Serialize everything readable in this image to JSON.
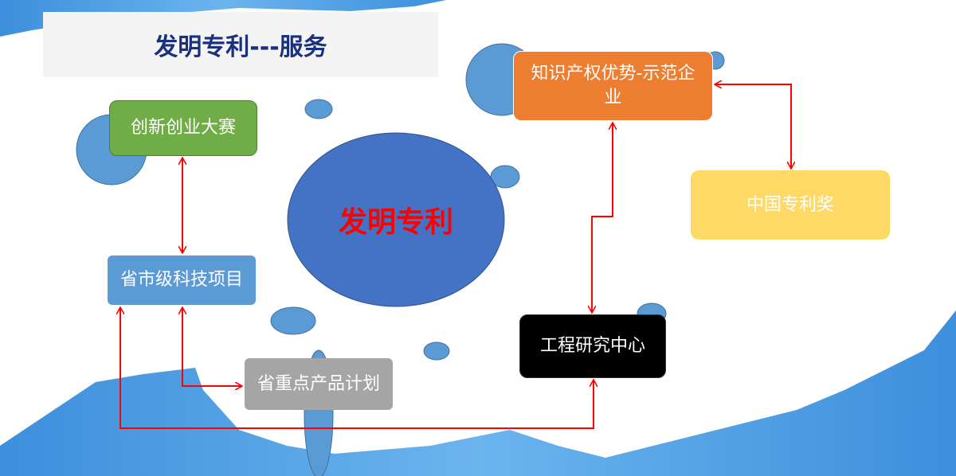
{
  "slide": {
    "title": "发明专利---服务",
    "center": "发明专利",
    "nodes": {
      "innovation_contest": "创新创业大赛",
      "provincial_city_projects": "省市级科技项目",
      "provincial_key_products": "省重点产品计划",
      "engineering_center": "工程研究中心",
      "ip_demo_enterprise": "知识产权优势-示范企业",
      "china_patent_award": "中国专利奖"
    }
  },
  "colors": {
    "green": "#70ad47",
    "blue": "#5b9bd5",
    "gray": "#a5a5a5",
    "black": "#000000",
    "orange": "#ed7d31",
    "yellow": "#ffd966",
    "circle": "#4472c4",
    "arrow": "#ff0000"
  }
}
